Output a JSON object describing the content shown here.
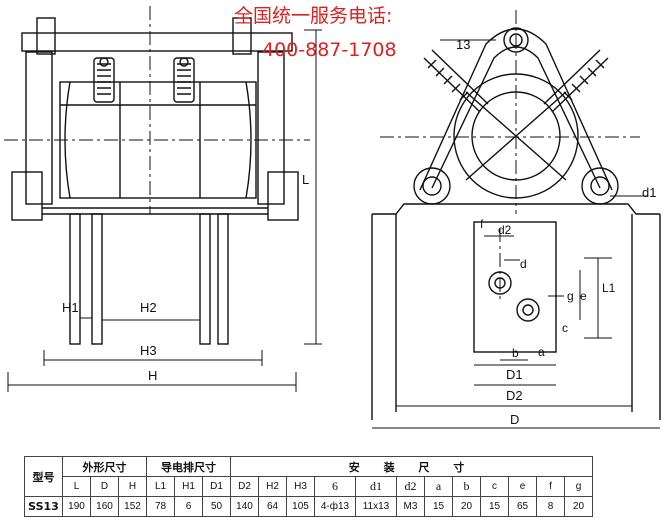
{
  "watermark": {
    "line1": "全国统一服务电话:",
    "line2": "400-887-1708"
  },
  "labels": {
    "H1": "H1",
    "H2": "H2",
    "H3": "H3",
    "H": "H",
    "L": "L",
    "n13": "13",
    "d1": "d1",
    "d2": "d2",
    "d": "d",
    "f": "f",
    "g": "g",
    "e": "e",
    "c": "c",
    "L1": "L1",
    "b": "b",
    "a": "a",
    "D1": "D1",
    "D2": "D2",
    "D": "D"
  },
  "table": {
    "model_header": "型号",
    "group_outer": "外形尺寸",
    "group_conductor": "导电排尺寸",
    "group_install": "安 装 尺 寸",
    "sub_headers": [
      "L",
      "D",
      "H",
      "L1",
      "H1",
      "D1",
      "D2",
      "H2",
      "H3",
      "6",
      "d1",
      "d2",
      "a",
      "b",
      "c",
      "e",
      "f",
      "g"
    ],
    "row": {
      "model": "SS13",
      "values": [
        "190",
        "160",
        "152",
        "78",
        "6",
        "50",
        "140",
        "64",
        "105",
        "4-ф13",
        "11x13",
        "M3",
        "15",
        "20",
        "15",
        "65",
        "8",
        "20"
      ]
    }
  },
  "colors": {
    "line": "#111111",
    "watermark": "#e02020"
  }
}
